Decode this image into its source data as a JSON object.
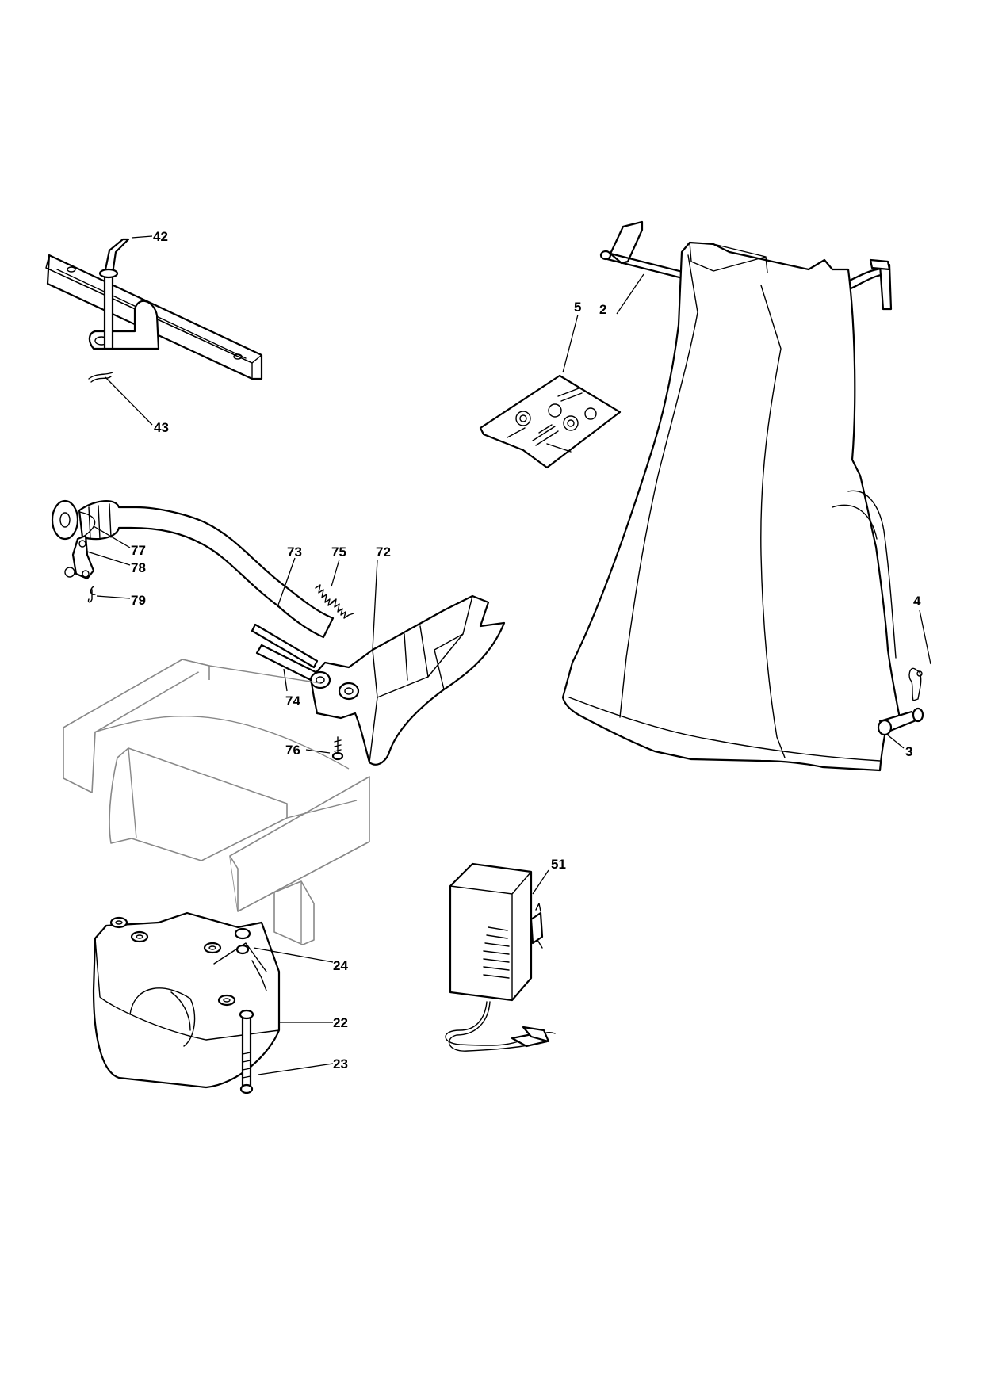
{
  "callouts": {
    "c42": "42",
    "c43": "43",
    "c5": "5",
    "c2": "2",
    "c77": "77",
    "c78": "78",
    "c79": "79",
    "c73": "73",
    "c75": "75",
    "c72": "72",
    "c74": "74",
    "c76": "76",
    "c4": "4",
    "c3": "3",
    "c51": "51",
    "c24": "24",
    "c22": "22",
    "c23": "23"
  }
}
